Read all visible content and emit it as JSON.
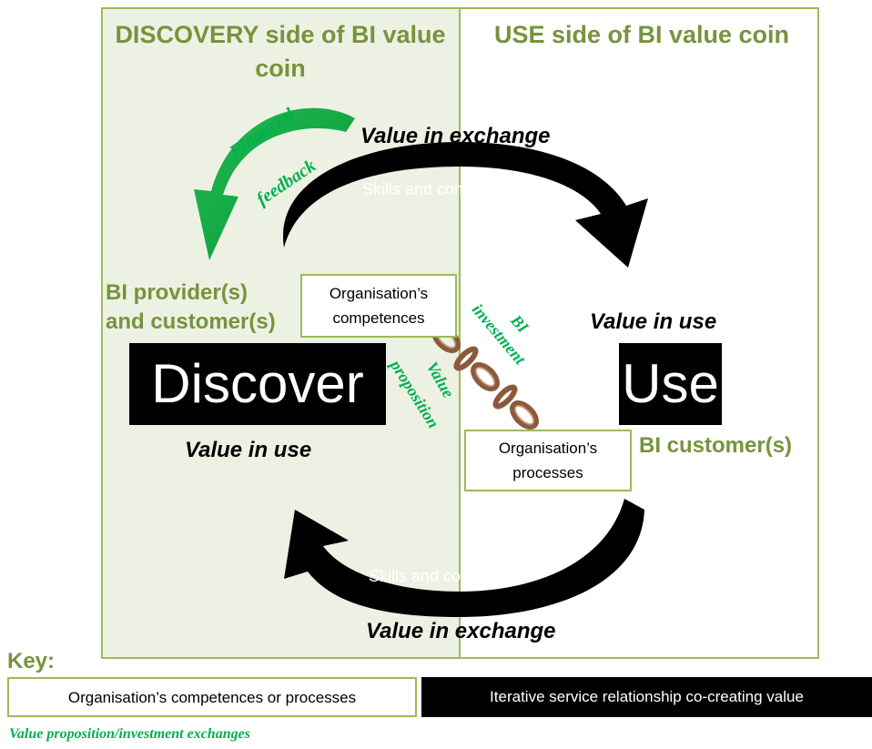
{
  "discovery_title": "DISCOVERY side of BI value coin",
  "use_title": "USE side of BI value coin",
  "top_value_exchange": "Value in exchange",
  "top_skills": "Skills and competence",
  "financial_feedback": [
    "Financial",
    "feedback"
  ],
  "provider_label": [
    "BI provider(s)",
    "and customer(s)"
  ],
  "competences_box": [
    "Organisation’s",
    "competences"
  ],
  "bi_investment": [
    "BI",
    "investment"
  ],
  "value_proposition": [
    "Value",
    "proposition"
  ],
  "value_in_use_right": "Value in use",
  "discover_label": "Discover",
  "use_label": "Use",
  "value_in_use_left": "Value in use",
  "processes_box": [
    "Organisation’s",
    "processes"
  ],
  "customer_label": "BI customer(s)",
  "bottom_skills": "Skills and competence",
  "bottom_value_exchange": "Value in exchange",
  "key": {
    "title": "Key:",
    "white_label": "Organisation’s competences or processes",
    "black_label": "Iterative service relationship co-creating value",
    "green_label": "Value proposition/investment exchanges"
  },
  "colors": {
    "accent_olive": "#77933c",
    "panel_green": "#edf1e3",
    "border_green": "#9bbb59",
    "exchange_green": "#00b050",
    "chain_brown": "#8b5a3c"
  },
  "icons": [
    "chain-icon",
    "financial-feedback-arrow-icon",
    "top-cycle-arrow-icon",
    "bottom-cycle-arrow-icon"
  ]
}
